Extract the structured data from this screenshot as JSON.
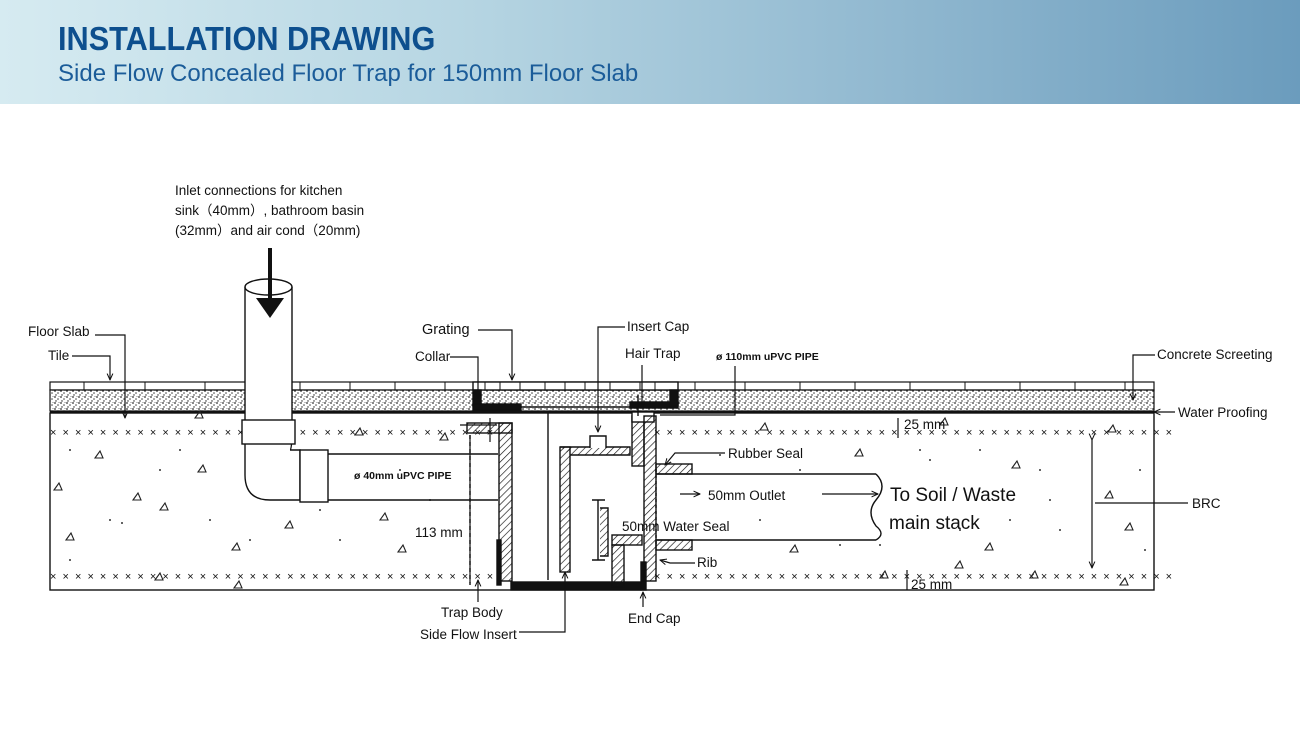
{
  "header": {
    "title": "INSTALLATION DRAWING",
    "subtitle": "Side Flow Concealed Floor Trap for 150mm Floor Slab"
  },
  "labels": {
    "inlet_line1": "Inlet connections for kitchen",
    "inlet_line2": "sink（40mm）, bathroom basin",
    "inlet_line3": "(32mm）and air cond（20mm)",
    "floor_slab": "Floor Slab",
    "tile": "Tile",
    "grating": "Grating",
    "collar": "Collar",
    "insert_cap": "Insert Cap",
    "hair_trap": "Hair Trap",
    "pipe_110": "ø 110mm uPVC PIPE",
    "concrete_screeting": "Concrete Screeting",
    "water_proofing": "Water Proofing",
    "dim_25_top": "25 mm",
    "rubber_seal": "Rubber Seal",
    "pipe_40": "ø 40mm uPVC PIPE",
    "outlet_50": "50mm Outlet",
    "to_soil_line1": "To Soil / Waste",
    "to_soil_line2": "main stack",
    "brc": "BRC",
    "dim_113": "113 mm",
    "water_seal_50": "50mm Water Seal",
    "rib": "Rib",
    "dim_25_bottom": "25 mm",
    "trap_body": "Trap Body",
    "side_flow_insert": "Side Flow Insert",
    "end_cap": "End Cap"
  },
  "colors": {
    "title": "#0d4f8e",
    "subtitle": "#1b5c99",
    "line": "#111111"
  }
}
